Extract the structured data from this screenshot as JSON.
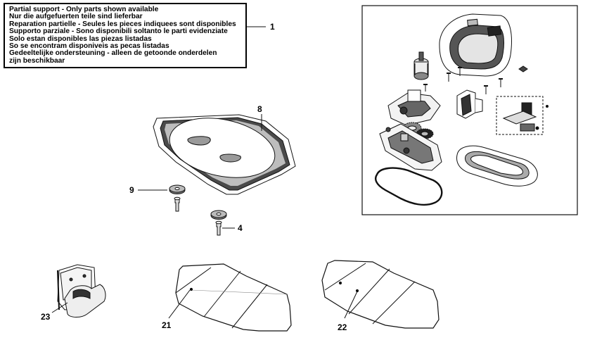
{
  "notice": {
    "lines": [
      "Partial support - Only parts shown available",
      "Nur die aufgefuerten teile sind lieferbar",
      "Reparation partielle - Seules les pieces indiquees sont disponibles",
      "Supporto parziale - Sono disponibili soltanto le parti evidenziate",
      "Solo estan disponibles las piezas listadas",
      "So se encontram disponiveis as pecas listadas",
      "Gedeeltelijke ondersteuning - alleen de getoonde onderdelen",
      "zijn beschikbaar"
    ]
  },
  "callouts": {
    "notice_ref": "1",
    "base_plate": "8",
    "washer": "9",
    "screw": "4",
    "wall_holder": "23",
    "pad_a": "21",
    "pad_b": "22"
  }
}
